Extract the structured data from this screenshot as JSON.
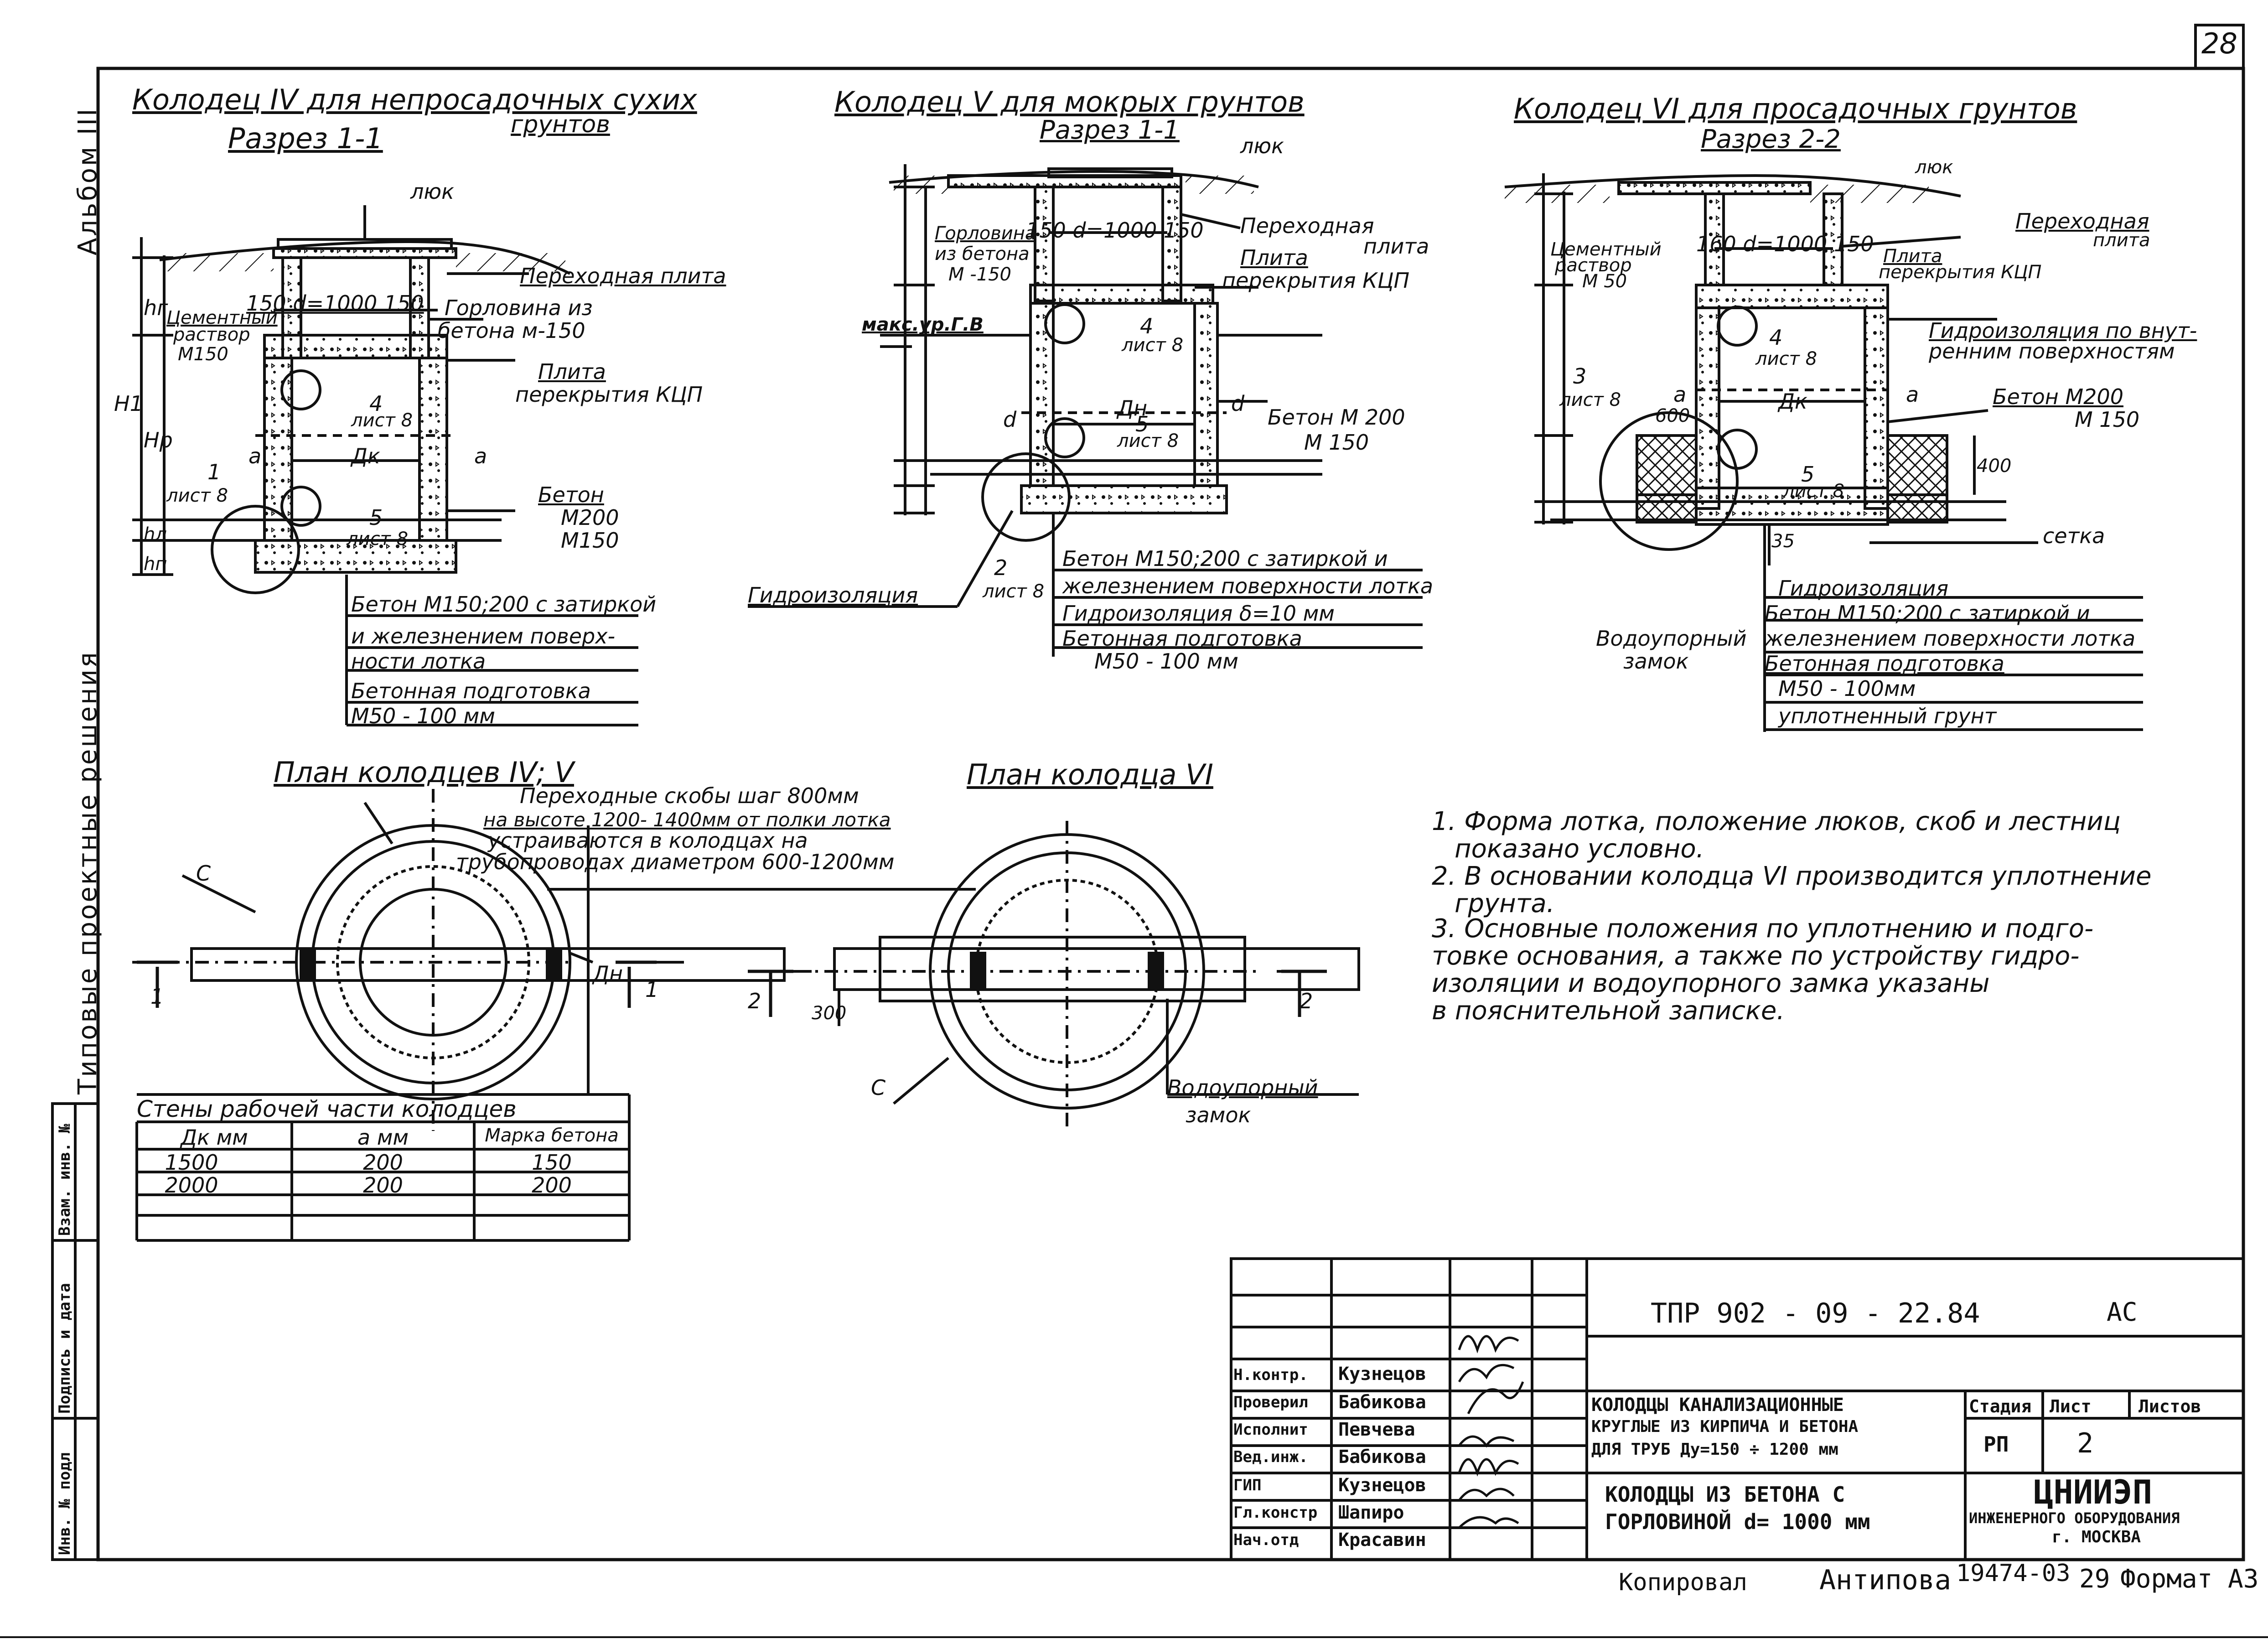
{
  "page_number": "28",
  "side_strip": {
    "album": "Альбом III",
    "series": "Типовые проектные решения",
    "box_inv_no": "Инв. № подл",
    "box_sign_date": "Подпись и дата",
    "box_replace_inv": "Взам. инв. №"
  },
  "sections": {
    "well4": {
      "title": "Колодец IV для непросадочных сухих",
      "title2": "грунтов",
      "cut": "Разрез 1-1",
      "labels": {
        "hatch": "люк",
        "transition": "Переходная плита",
        "dims": "150  d=1000  150",
        "neck": "Горловина из",
        "neck2": "бетона м-150",
        "mortar": "Цементный",
        "mortar2": "раствор",
        "mortar3": "М150",
        "slab": "Плита",
        "slab2": "перекрытия КЦП",
        "concrete": "Бетон",
        "concrete2": "М200",
        "concrete3": "М150",
        "note_a": "Бетон М150;200 с затиркой",
        "note_b": "и железнением поверх-",
        "note_c": "ности лотка",
        "note_d": "Бетонная подготовка",
        "note_e": "М50 - 100 мм",
        "dk": "Дк",
        "a": "a",
        "h1": "H1",
        "hr": "hг",
        "hp": "Hр",
        "hl": "hл",
        "hp2": "hп",
        "ref4": "4",
        "ref4s": "лист 8",
        "ref5": "5",
        "ref5s": "лист 8",
        "ref1": "1",
        "ref1s": "лист 8"
      }
    },
    "well5": {
      "title": "Колодец V для мокрых грунтов",
      "cut": "Разрез 1-1",
      "labels": {
        "hatch": "люк",
        "neck": "Горловина",
        "neck2": "из бетона",
        "neck3": "М -150",
        "dims": "150  d=1000  150",
        "transition": "Переходная",
        "transition2": "плита",
        "slab": "Плита",
        "slab2": "перекрытия КЦП",
        "gwl": "макс.ур.Г.В",
        "concrete": "Бетон М 200",
        "concrete2": "М 150",
        "hydro": "Гидроизоляция",
        "note_a": "Бетон М150;200 с затиркой и",
        "note_b": "железнением поверхности лотка",
        "note_c": "Гидроизоляция δ=10 мм",
        "note_d": "Бетонная подготовка",
        "note_e": "М50 - 100 мм",
        "dn": "Дн",
        "d": "d",
        "ref4": "4",
        "ref4s": "лист 8",
        "ref5": "5",
        "ref5s": "лист 8",
        "ref2": "2",
        "ref2s": "лист 8"
      }
    },
    "well6": {
      "title": "Колодец VI для просадочных грунтов",
      "cut": "Разрез 2-2",
      "labels": {
        "hatch": "люк",
        "transition": "Переходная",
        "transition2": "плита",
        "mortar": "Цементный",
        "mortar2": "раствор",
        "mortar3": "М 50",
        "dims": "160  d=1000  150",
        "slab": "Плита",
        "slab2": "перекрытия КЦП",
        "hydro_in": "Гидроизоляция по внут-",
        "hydro_in2": "ренним поверхностям",
        "concrete": "Бетон М200",
        "concrete2": "М 150",
        "mesh": "сетка",
        "dim600": "600",
        "dim400": "400",
        "dim35": "35",
        "dk": "Дк",
        "a": "a",
        "note_a": "Гидроизоляция",
        "note_b": "Бетон М150;200 с затиркой и",
        "note_c": "железнением поверхности лотка",
        "note_d": "Бетонная подготовка",
        "note_e": "М50 - 100мм",
        "note_f": "уплотненный грунт",
        "lock": "Водоупорный",
        "lock2": "замок",
        "ref4": "4",
        "ref4s": "лист 8",
        "ref5": "5",
        "ref5s": "лист 8",
        "ref3": "3",
        "ref3s": "лист 8"
      }
    }
  },
  "plans": {
    "plan45": {
      "title": "План колодцев IV; V",
      "c": "С",
      "note1": "Переходные скобы шаг 800мм",
      "note2": "на высоте 1200- 1400мм от полки лотка",
      "note3": "устраиваются в колодцах на",
      "note4": "трубопроводах диаметром 600-1200мм",
      "cut1l": "1",
      "cut1r": "1",
      "dn": "Дн"
    },
    "plan6": {
      "title": "План колодца VI",
      "c": "С",
      "cut2l": "2",
      "cut2r": "2",
      "dim300": "300",
      "lock": "Водоупорный",
      "lock2": "замок"
    }
  },
  "walls_table": {
    "title": "Стены рабочей части колодцев",
    "headers": [
      "Дк мм",
      "a мм",
      "Марка бетона"
    ],
    "rows": [
      [
        "1500",
        "200",
        "150"
      ],
      [
        "2000",
        "200",
        "200"
      ],
      [
        "",
        "",
        ""
      ],
      [
        "",
        "",
        ""
      ]
    ]
  },
  "notes": [
    "1. Форма лотка, положение люков, скоб и лестниц",
    "показано условно.",
    "2. В основании колодца VI производится уплотнение",
    "грунта.",
    "3. Основные положения по уплотнению и подго-",
    "товке основания, а также по устройству гидро-",
    "изоляции и водоупорного замка указаны",
    "в пояснительной записке."
  ],
  "title_block": {
    "code": "ТПР 902 - 09 - 22.84",
    "mark": "АС",
    "roles": [
      {
        "role": "Н.контр.",
        "name": "Кузнецов"
      },
      {
        "role": "Проверил",
        "name": "Бабикова"
      },
      {
        "role": "Исполнит",
        "name": "Певчева"
      },
      {
        "role": "Вед.инж.",
        "name": "Бабикова"
      },
      {
        "role": "ГИП",
        "name": "Кузнецов"
      },
      {
        "role": "Гл.констр",
        "name": "Шапиро"
      },
      {
        "role": "Нач.отд",
        "name": "Красавин"
      }
    ],
    "doc_title_1": "КОЛОДЦЫ КАНАЛИЗАЦИОННЫЕ",
    "doc_title_2": "КРУГЛЫЕ ИЗ КИРПИЧА И БЕТОНА",
    "doc_title_3": "ДЛЯ ТРУБ Ду=150 ÷ 1200 мм",
    "sheet_title_1": "КОЛОДЦЫ ИЗ БЕТОНА С",
    "sheet_title_2": "ГОРЛОВИНОЙ d= 1000 мм",
    "stage_h": "Стадия",
    "sheet_h": "Лист",
    "sheets_h": "Листов",
    "stage": "РП",
    "sheet": "2",
    "org_1": "ЦНИИЭП",
    "org_2": "ИНЖЕНЕРНОГО ОБОРУДОВАНИЯ",
    "org_3": "г. МОСКВА"
  },
  "footer": {
    "copied": "Копировал",
    "copier": "Антипова",
    "order": "19474-03",
    "num": "29",
    "format": "Формат А3"
  }
}
